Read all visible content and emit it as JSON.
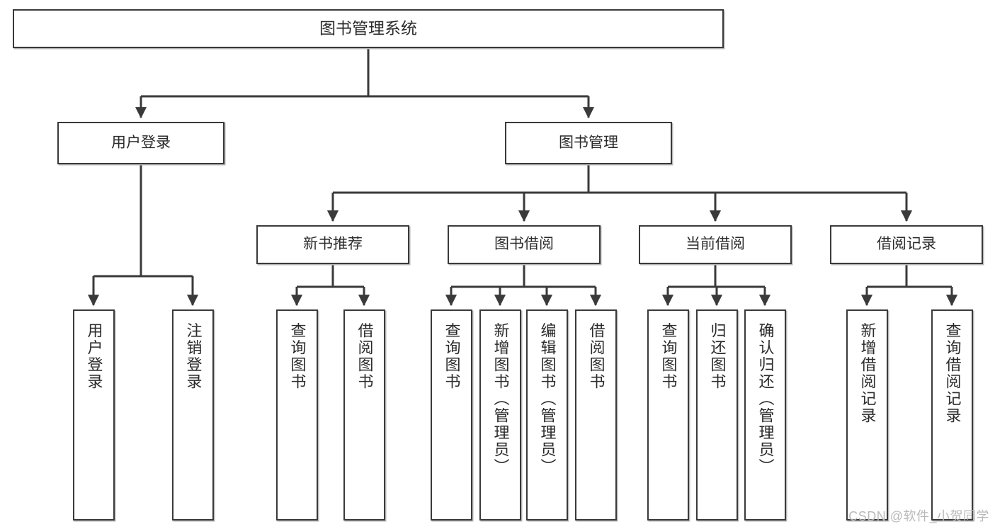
{
  "diagram": {
    "type": "hierarchy-tree",
    "title": "图书管理系统",
    "watermark": "CSDN @软件_小贺同学",
    "colors": {
      "background": "#ffffff",
      "box_border": "#3a3a3a",
      "box_fill": "#ffffff",
      "connector": "#3a3a3a",
      "box_shadow": "#b8b8b8",
      "text": "#2b2b2b",
      "watermark": "#b9b9b9"
    },
    "root": {
      "id": "root",
      "label": "图书管理系统"
    },
    "level2": [
      {
        "id": "user-login",
        "label": "用户登录"
      },
      {
        "id": "book-manage",
        "label": "图书管理"
      }
    ],
    "level3": [
      {
        "id": "new-book-rec",
        "label": "新书推荐"
      },
      {
        "id": "book-borrow",
        "label": "图书借阅"
      },
      {
        "id": "current-borrow",
        "label": "当前借阅"
      },
      {
        "id": "borrow-record",
        "label": "借阅记录"
      }
    ],
    "leaves": {
      "user_login": [
        {
          "id": "leaf-user-login",
          "label": "用户登录"
        },
        {
          "id": "leaf-logout",
          "label": "注销登录"
        }
      ],
      "new_book_rec": [
        {
          "id": "leaf-query-book-1",
          "label": "查询图书"
        },
        {
          "id": "leaf-borrow-book-1",
          "label": "借阅图书"
        }
      ],
      "book_borrow": [
        {
          "id": "leaf-query-book-2",
          "label": "查询图书"
        },
        {
          "id": "leaf-add-book",
          "label": "新增图书（管理员）"
        },
        {
          "id": "leaf-edit-book",
          "label": "编辑图书（管理员）"
        },
        {
          "id": "leaf-borrow-book-2",
          "label": "借阅图书"
        }
      ],
      "current_borrow": [
        {
          "id": "leaf-query-book-3",
          "label": "查询图书"
        },
        {
          "id": "leaf-return-book",
          "label": "归还图书"
        },
        {
          "id": "leaf-confirm-return",
          "label": "确认归还（管理员）"
        }
      ],
      "borrow_record": [
        {
          "id": "leaf-add-record",
          "label": "新增借阅记录"
        },
        {
          "id": "leaf-query-record",
          "label": "查询借阅记录"
        }
      ]
    }
  }
}
